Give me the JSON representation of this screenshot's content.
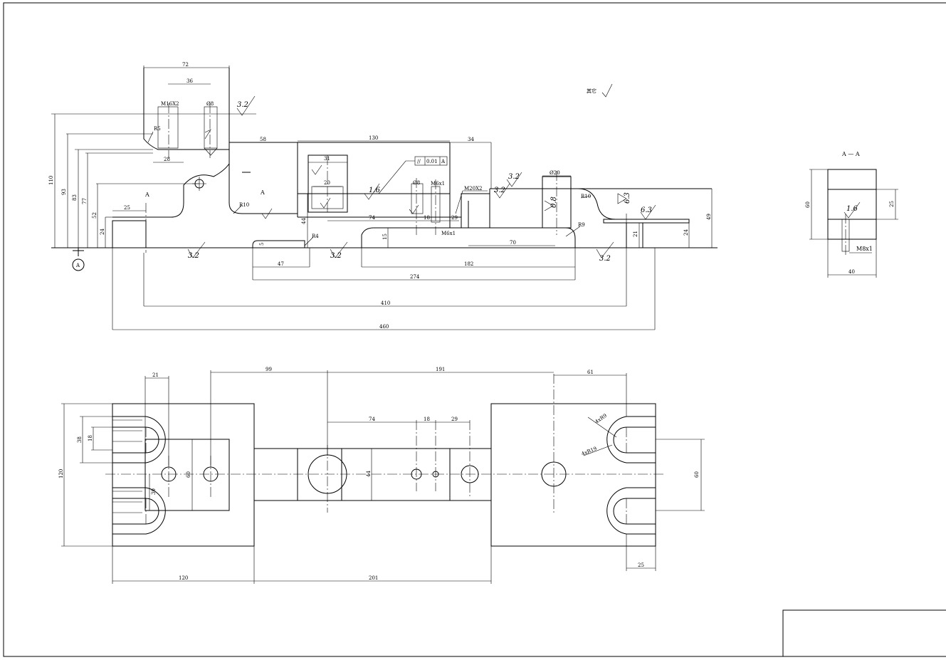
{
  "front_view": {
    "dims": {
      "w72": "72",
      "w36": "36",
      "w58": "58",
      "w130": "130",
      "w34": "34",
      "w25": "25",
      "w74": "74",
      "w18": "18",
      "w29": "29",
      "w70": "70",
      "w47": "47",
      "w182": "182",
      "w274": "274",
      "w410": "410",
      "w460": "460",
      "w31": "31",
      "w28": "28",
      "w20": "20",
      "h110": "110",
      "h93": "93",
      "h83": "83",
      "h77": "77",
      "h52": "52",
      "h24": "24",
      "h44": "44",
      "h15": "15",
      "h21": "21",
      "h24b": "24",
      "h49": "49",
      "d20": "Ø20",
      "d8": "Ø8",
      "d5": "5"
    },
    "threads": {
      "m16": "M16X2",
      "m20": "M20X2",
      "m6a": "M6x1",
      "m6b": "M6x1"
    },
    "radii": {
      "r5": "R5",
      "r10": "R10",
      "r4": "R4",
      "r9": "R9",
      "r10b": "R10"
    },
    "section_marks": {
      "left": "A",
      "right": "A"
    },
    "tolerance": {
      "symbol": "//",
      "value": "0.01",
      "datum": "A"
    },
    "datum_label": "A",
    "roughness": {
      "r32": "3.2",
      "r16": "1.6",
      "r63": "6.3",
      "r08": "0.8",
      "r32b": "3.2"
    },
    "other_note": "其它"
  },
  "section_view": {
    "title": "A — A",
    "dims": {
      "h60": "60",
      "h25": "25",
      "w40": "40"
    },
    "thread": "M8x1",
    "roughness": "1.6"
  },
  "top_view": {
    "dims": {
      "w21": "21",
      "w99": "99",
      "w191": "191",
      "w61": "61",
      "w74": "74",
      "w18": "18",
      "w29": "29",
      "w120": "120",
      "w201": "201",
      "w25": "25",
      "h38": "38",
      "h18": "18",
      "h120": "120",
      "h60": "60",
      "h30": "30",
      "h44": "44",
      "h60r": "60"
    },
    "labels": {
      "holes9": "4xR9",
      "holes19": "4xR19"
    }
  }
}
